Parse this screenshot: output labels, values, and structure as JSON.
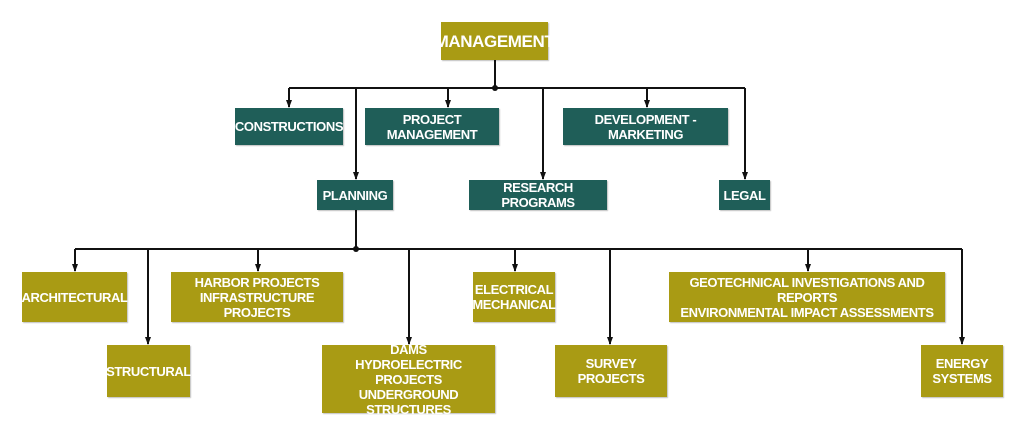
{
  "colors": {
    "olive": "#a99b14",
    "teal": "#1f5e58",
    "line": "#111111"
  },
  "nodes": {
    "management": "MANAGEMENT",
    "constructions": "CONSTRUCTIONS",
    "project_management": "PROJECT MANAGEMENT",
    "development_marketing": "DEVELOPMENT - MARKETING",
    "planning": "PLANNING",
    "research_programs": "RESEARCH PROGRAMS",
    "legal": "LEGAL",
    "architectural": "ARCHITECTURAL",
    "structural": "STRUCTURAL",
    "harbor_infrastructure": "HARBOR PROJECTS\nINFRASTRUCTURE PROJECTS",
    "dams_hydro_underground": "DAMS\nHYDROELECTRIC PROJECTS\nUNDERGROUND STRUCTURES",
    "electrical_mechanical": "ELECTRICAL\nMECHANICAL",
    "survey_projects": "SURVEY PROJECTS",
    "geotechnical_environmental": "GEOTECHNICAL INVESTIGATIONS AND REPORTS\nENVIRONMENTAL IMPACT ASSESSMENTS",
    "energy_systems": "ENERGY\nSYSTEMS"
  }
}
